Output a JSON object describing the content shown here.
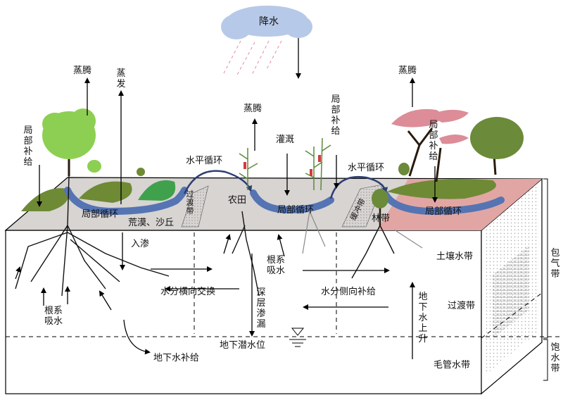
{
  "labels": {
    "precipitation": "降水",
    "transpiration_left": "蒸腾",
    "evaporation": "蒸发",
    "transpiration_mid": "蒸腾",
    "transpiration_right": "蒸腾",
    "local_recharge_left": "局部补给",
    "local_recharge_mid": "局部补给",
    "local_recharge_right": "局部补给",
    "irrigation": "灌溉",
    "horizontal_cycle_left": "水平循环",
    "horizontal_cycle_right": "水平循环",
    "local_cycle_left": "局部循环",
    "local_cycle_mid": "局部循环",
    "local_cycle_right": "局部循环",
    "desert_dune": "荒漠、沙丘",
    "transition_zone_left": "过渡带",
    "farmland": "农田",
    "buffer_zone": "缓冲带",
    "forest_belt": "林带",
    "infiltration": "入渗",
    "root_absorption_mid": "根系吸水",
    "root_absorption_left": "根系吸水",
    "lateral_exchange": "水分横向交换",
    "lateral_recharge": "水分侧向补给",
    "deep_percolation": "深层渗漏",
    "groundwater_rise": "地下水上升",
    "water_table": "地下潜水位",
    "groundwater_recharge": "地下水补给",
    "soil_water_zone": "土壤水带",
    "intermediate_zone": "过渡带",
    "capillary_zone": "毛管水带",
    "vadose_zone": "包气带",
    "saturated_zone": "饱水带"
  },
  "colors": {
    "cloud": "#b7c9e8",
    "rain": "#e68aa6",
    "ground_top": "#d7d4d2",
    "forest_ground": "#e1a6a4",
    "channel": "#5574b3",
    "grass": "#6e8a35",
    "tree_light": "#8dcf52",
    "tree_pink": "#dc8d98",
    "tree_dark": "#6b8a3a"
  }
}
